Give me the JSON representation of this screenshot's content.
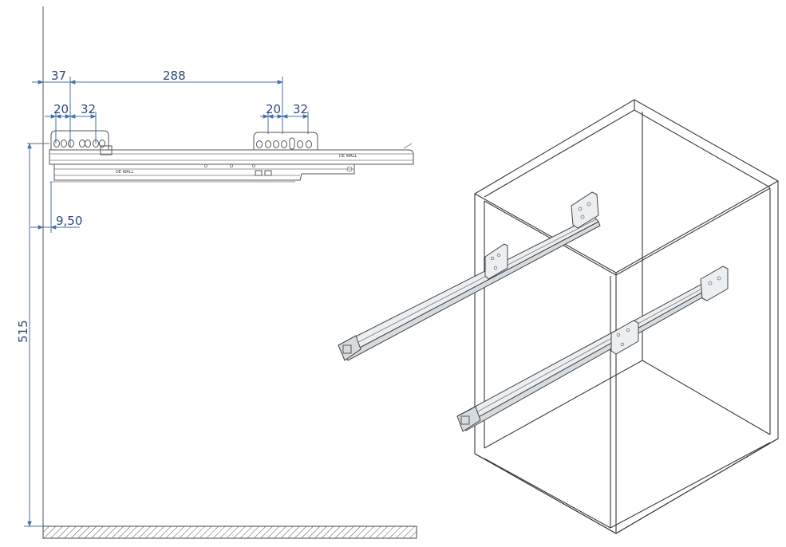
{
  "dimensions": {
    "d37": "37",
    "d288": "288",
    "d20_left": "20",
    "d32_left": "32",
    "d20_right": "20",
    "d32_right": "32",
    "d9_50": "9,50",
    "d515": "515"
  },
  "rail_brand_text": "DE WALL",
  "colors": {
    "dimension_line": "#4a6fa5",
    "dimension_text": "#2e4a78",
    "drawing_line": "#3a3a3a",
    "background": "#ffffff"
  }
}
